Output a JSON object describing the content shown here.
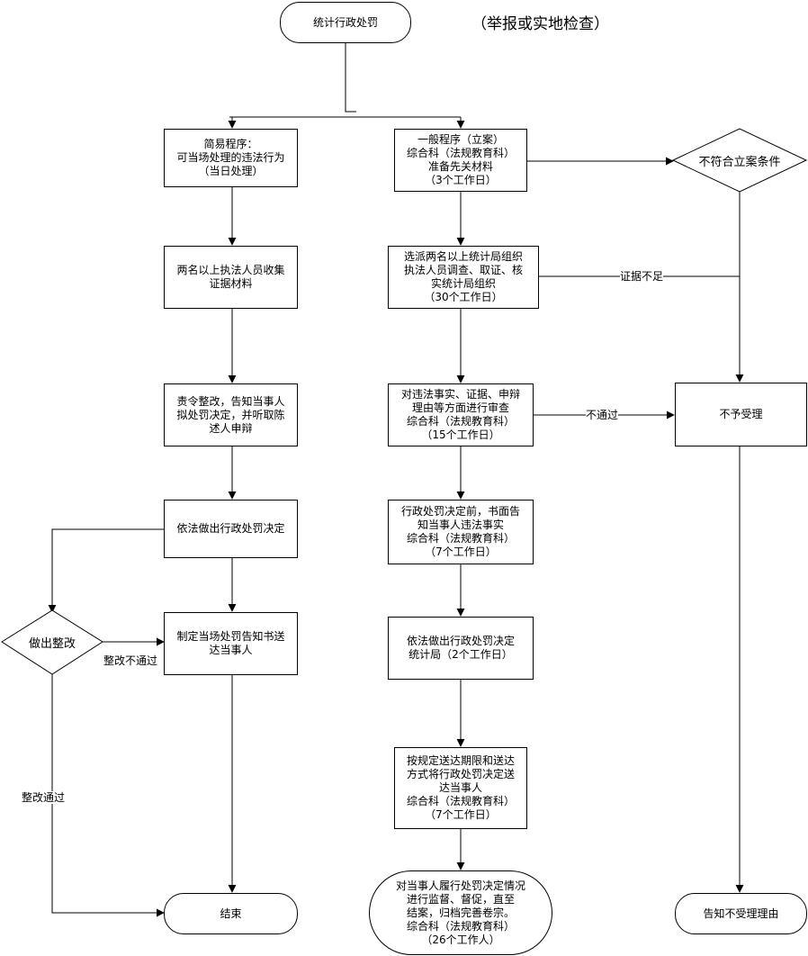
{
  "title_node": "统计行政处罚",
  "title_note": "（举报或实地检查）",
  "simple": {
    "n1": "简易程序：\n可当场处理的违法行为\n（当日处理）",
    "n2": "两名以上执法人员收集\n证据材料",
    "n3": "责令整改，告知当事人\n拟处罚决定，并听取陈\n述人申辩",
    "n4": "依法做出行政处罚决定",
    "n5": "制定当场处罚告知书送\n达当事人",
    "decision": "做出整改",
    "label_fail": "整改不通过",
    "label_pass": "整改通过",
    "end": "结束"
  },
  "general": {
    "n1": "一般程序（立案）\n综合科（法规教育科）\n准备先关材料\n（3个工作日）",
    "n2": "选派两名以上统计局组织\n执法人员调查、取证、核\n实统计局组织\n（30个工作日）",
    "n3": "对违法事实、证据、申辩\n理由等方面进行审查\n综合科（法规教育科）\n（15个工作日）",
    "n4": "行政处罚决定前，书面告\n知当事人违法事实\n综合科（法规教育科）\n（7个工作日）",
    "n5": "依法做出行政处罚决定\n统计局（2个工作日）",
    "n6": "按规定送达期限和送达\n方式将行政处罚决定送\n达当事人\n综合科（法规教育科）\n（7个工作日）",
    "end": "对当事人履行处罚决定情况\n进行监督、督促，直至\n结案，归档完善卷宗。\n综合科（法规教育科）\n（26个工作人）"
  },
  "reject": {
    "decision": "不符合立案条件",
    "label_evidence": "证据不足",
    "label_fail": "不通过",
    "box": "不予受理",
    "end": "告知不受理理由"
  }
}
